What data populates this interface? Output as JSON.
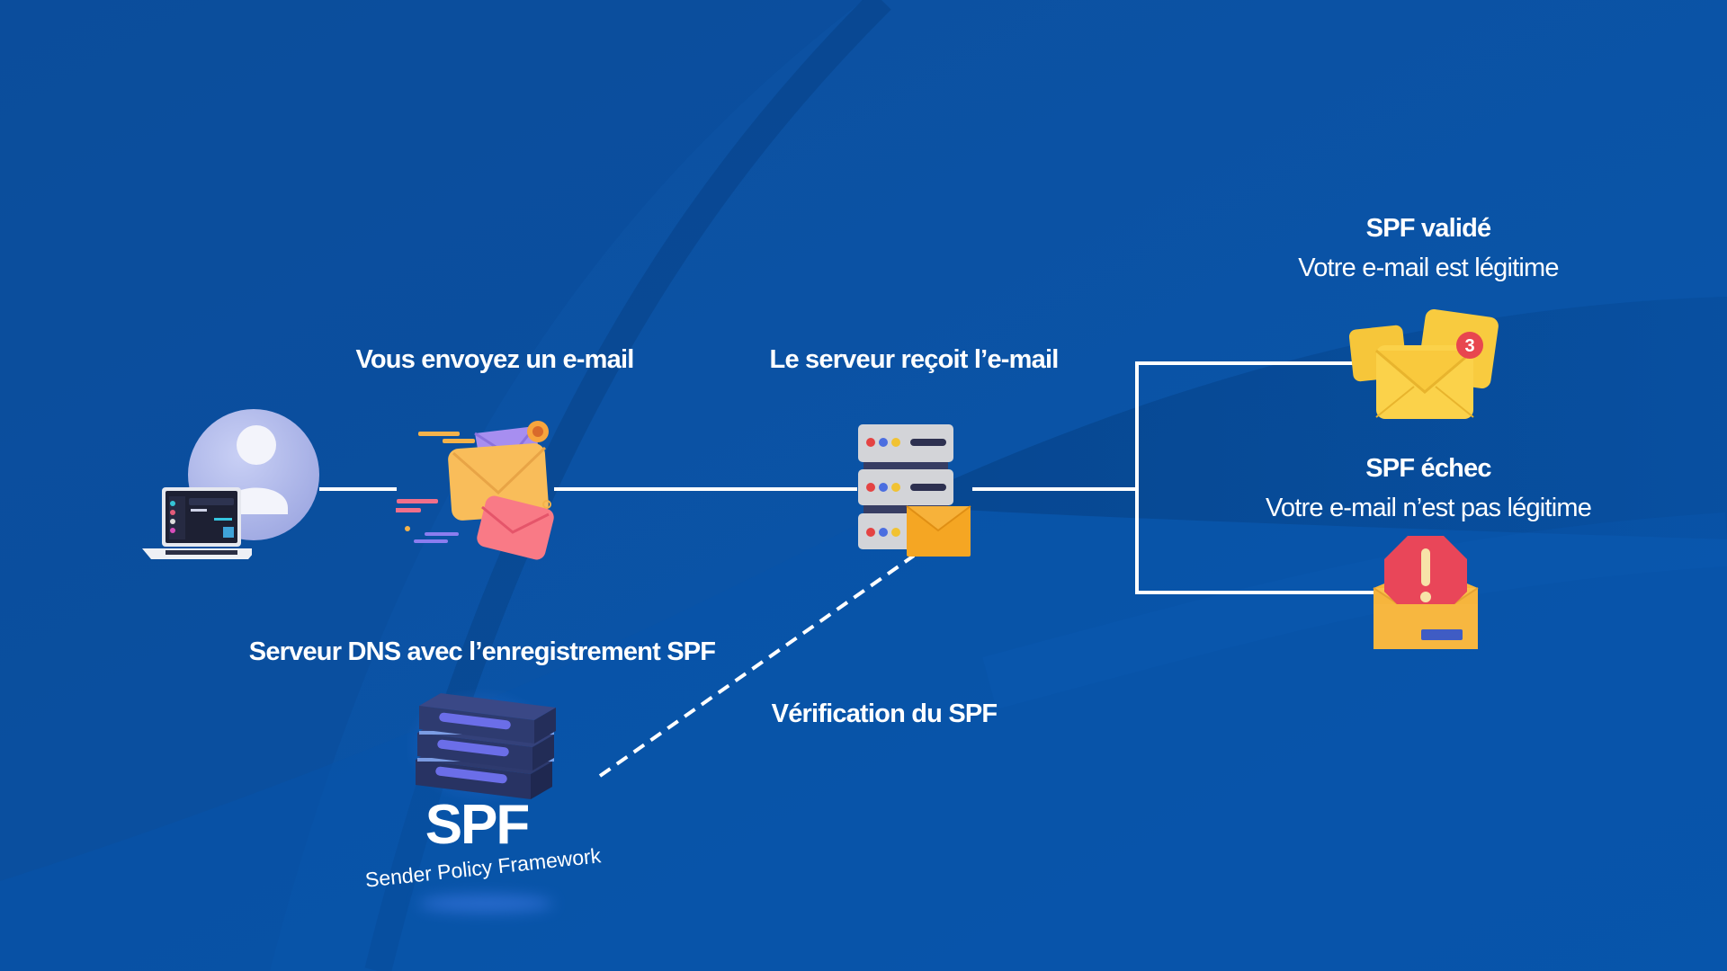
{
  "diagram": {
    "title": "SPF email verification flow",
    "nodes": {
      "sender": {
        "label": "Vous envoyez un e-mail",
        "icon": "user-laptop-icon"
      },
      "email_send": {
        "icon": "sending-envelopes-icon"
      },
      "receiving_server": {
        "label": "Le serveur reçoit l’e-mail",
        "icon": "mail-server-icon"
      },
      "dns_server": {
        "label": "Serveur DNS avec l’enregistrement SPF",
        "icon": "dns-server-stack-icon",
        "acronym": "SPF",
        "acronym_full": "Sender Policy Framework"
      },
      "verification": {
        "label": "Vérification du SPF"
      },
      "pass": {
        "title": "SPF validé",
        "subtitle": "Votre e-mail est légitime",
        "icon": "envelopes-notification-icon",
        "badge_count": "3"
      },
      "fail": {
        "title": "SPF échec",
        "subtitle": "Votre e-mail n’est pas légitime",
        "icon": "envelope-warning-icon"
      }
    },
    "edges": [
      {
        "from": "sender",
        "to": "receiving_server",
        "style": "solid"
      },
      {
        "from": "receiving_server",
        "to": "pass",
        "style": "solid"
      },
      {
        "from": "receiving_server",
        "to": "fail",
        "style": "solid"
      },
      {
        "from": "dns_server",
        "to": "receiving_server",
        "style": "dashed",
        "label": "Vérification du SPF"
      }
    ],
    "colors": {
      "background": "#0a4ea2",
      "line": "#ffffff",
      "envelope_yellow": "#f7c531",
      "envelope_orange": "#f6b042",
      "alert_red": "#e63b4d",
      "avatar_lavender": "#b7c0ec"
    }
  }
}
